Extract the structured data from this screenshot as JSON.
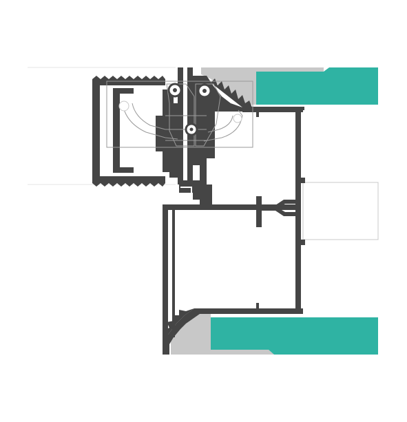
{
  "diagram": {
    "title": "",
    "labels": [],
    "colors": {
      "background": "#ffffff",
      "profile": "#454545",
      "glass": "#2fb3a3",
      "gasket": "#c8c8c8",
      "thin_line": "#bdbdbd",
      "hinge_line": "#9a9a9a",
      "knob": "#ffffff"
    },
    "components": [
      {
        "name": "upper-glazing-panel",
        "kind": "glass"
      },
      {
        "name": "lower-glazing-panel",
        "kind": "glass"
      },
      {
        "name": "upper-gasket",
        "kind": "gasket"
      },
      {
        "name": "lower-gasket",
        "kind": "gasket"
      },
      {
        "name": "sash-frame-profile",
        "kind": "aluminium profile"
      },
      {
        "name": "outer-frame-profile",
        "kind": "aluminium profile"
      },
      {
        "name": "hinge-hardware",
        "kind": "hardware"
      },
      {
        "name": "adjacent-panel-outline",
        "kind": "outline"
      }
    ]
  }
}
